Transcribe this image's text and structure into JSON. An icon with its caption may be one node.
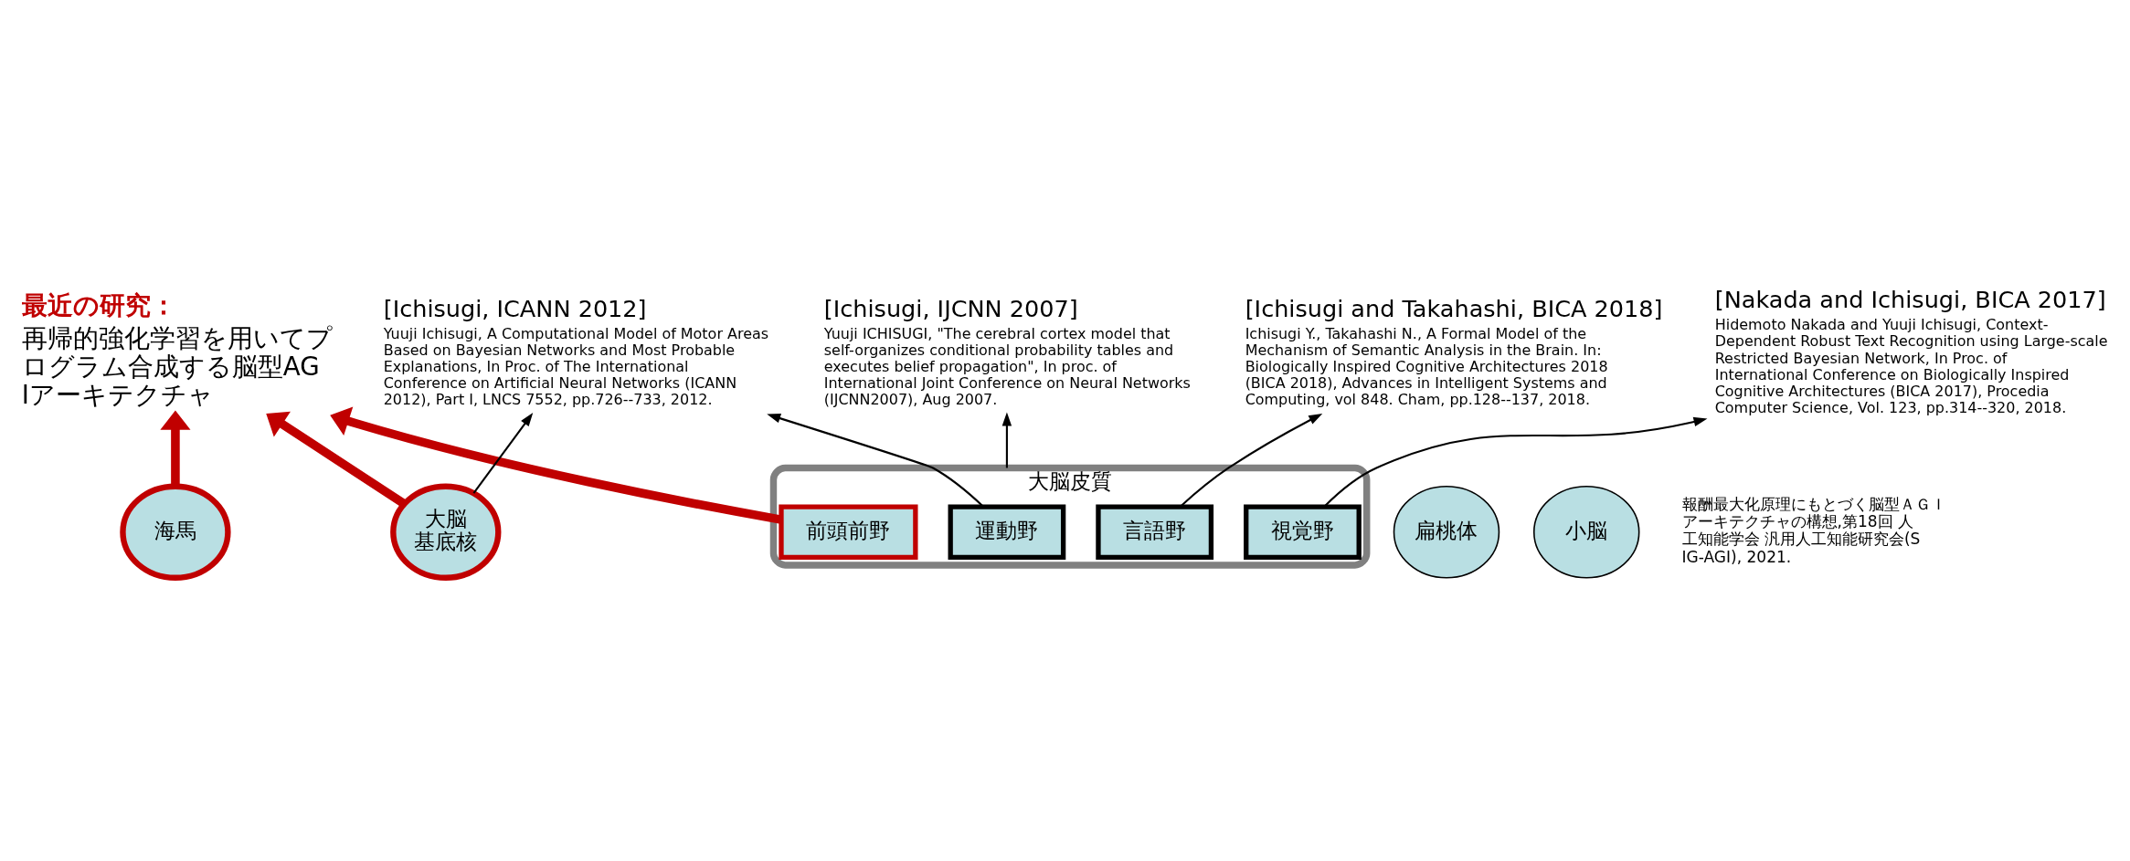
{
  "diagram": {
    "nodes": [
      {
        "text": [
          "大脳皮質"
        ]
      },
      {
        "text": [
          "運動野"
        ],
        "in": 0
      },
      {
        "text": [
          "前頭前野"
        ],
        "in": 0
      },
      {
        "text": [
          "言語野"
        ],
        "in": 0
      },
      {
        "text": [
          "視覚野"
        ],
        "in": 0
      },
      {
        "text": [
          "大脳基底核"
        ]
      },
      {
        "text": [
          "扁桃体"
        ]
      },
      {
        "text": [
          "海馬"
        ]
      },
      {
        "text": [
          "小脳"
        ]
      },
      {
        "text": [
          "[Ichisugi, ICANN 2012]",
          "Yuuji Ichisugi, A Computational Model of Motor Areas Based on Bayesian Networks and Most Probable Explanations, In Proc. of The International Conference on Artificial Neural Networks (ICANN 2012), Part I, LNCS 7552, pp.726--733, 2012."
        ]
      },
      {
        "text": [
          "[Ichisugi, IJCNN 2007]",
          "Yuuji ICHISUGI, \"The cerebral cortex model that self-organizes conditional probability tables and executes belief propagation\", In proc. of International Joint Conference on Neural Networks (IJCNN2007), Aug 2007."
        ]
      },
      {
        "text": [
          "[Ichisugi and Takahashi, BICA 2018]",
          "Ichisugi Y., Takahashi N., A Formal Model of the Mechanism of Semantic Analysis in the Brain. In: Biologically Inspired Cognitive Architectures 2018 (BICA 2018), Advances in Intelligent Systems and Computing, vol 848. Cham, pp.128--137, 2018."
        ]
      },
      {
        "text": [
          "[Nakada and Ichisugi, BICA 2017]",
          "Hidemoto Nakada and Yuuji Ichisugi, Context-Dependent Robust Text Recognition using Large-scale Restricted Bayesian Network, In Proc. of International Conference on Biologically Inspired Cognitive Architectures (BICA 2017), Procedia Computer Science, Vol. 123, pp.314--320, 2018."
        ]
      },
      {
        "text": [
          "最近の研究：",
          "再帰的強化学習を用いてプログラム合成する脳型AGIアーキテクチャ"
        ]
      }
    ],
    "edges": [
      {
        "from": 1,
        "to": 9,
        "arrow": "to"
      },
      {
        "from": 5,
        "to": 9,
        "arrow": "to"
      },
      {
        "from": 0,
        "to": 10,
        "arrow": "to"
      },
      {
        "from": 3,
        "to": 11,
        "arrow": "to"
      },
      {
        "from": 4,
        "to": 12,
        "arrow": "to"
      },
      {
        "from": 2,
        "to": 13,
        "arrow": "to",
        "style": "thick",
        "color": "#c00000"
      },
      {
        "from": 5,
        "to": 13,
        "arrow": "to",
        "style": "thick",
        "color": "#c00000"
      },
      {
        "from": 7,
        "to": 13,
        "arrow": "to",
        "style": "thick",
        "color": "#c00000"
      }
    ],
    "labels": [
      "報酬最大化原理にもとづく脳型ＡＧＩアーキテクチャの構想,第18回 人工知能学会 汎用人工知能研究会(SIG-AGI), 2021."
    ]
  }
}
